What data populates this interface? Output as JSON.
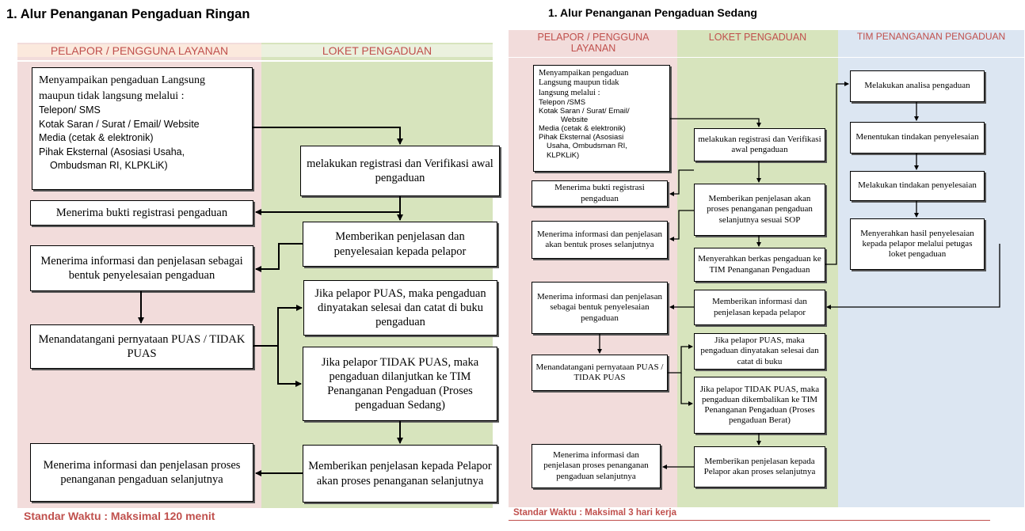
{
  "left": {
    "title": "1.  Alur Penanganan Pengaduan Ringan",
    "lanes": [
      "PELAPOR / PENGGUNA LAYANAN",
      "LOKET PENGADUAN"
    ],
    "boxes": {
      "submit_line1": "Menyampaikan pengaduan Langsung",
      "submit_line2": "maupun tidak langsung melalui :",
      "submit_line3": "Telepon/ SMS",
      "submit_line4": "Kotak Saran / Surat / Email/ Website",
      "submit_line5": "Media (cetak & elektronik)",
      "submit_line6": "Pihak Eksternal (Asosiasi Usaha,",
      "submit_line7": "Ombudsman RI, KLPKLiK)",
      "registration": "melakukan registrasi dan Verifikasi awal pengaduan",
      "receipt": "Menerima bukti registrasi pengaduan",
      "explain": "Memberikan penjelasan dan penyelesaian kepada pelapor",
      "receive_info": "Menerima informasi dan penjelasan sebagai bentuk penyelesaian pengaduan",
      "sign": "Menandatangani pernyataan PUAS / TIDAK PUAS",
      "satisfied": "Jika pelapor PUAS, maka pengaduan dinyatakan selesai dan catat di buku pengaduan",
      "not_satisfied": "Jika pelapor TIDAK PUAS, maka pengaduan dilanjutkan ke TIM Penanganan Pengaduan (Proses pengaduan Sedang)",
      "explain_next": "Memberikan penjelasan kepada Pelapor akan proses penanganan selanjutnya",
      "receive_next": "Menerima informasi dan penjelasan proses penanganan pengaduan selanjutnya"
    },
    "footer": "Standar Waktu : Maksimal 120 menit"
  },
  "right": {
    "title": "1.  Alur Penanganan Pengaduan Sedang",
    "lanes": [
      "PELAPOR / PENGGUNA LAYANAN",
      "LOKET PENGADUAN",
      "TIM PENANGANAN PENGADUAN"
    ],
    "boxes": {
      "submit_line1": "Menyampaikan pengaduan",
      "submit_line2": "Langsung maupun tidak",
      "submit_line3": "langsung melalui :",
      "submit_line4": "Telepon /SMS",
      "submit_line5": "Kotak Saran / Surat/ Email/",
      "submit_line6": "Website",
      "submit_line7": "Media (cetak & elektronik)",
      "submit_line8": "Pihak Eksternal (Asosiasi",
      "submit_line9": "Usaha, Ombudsman RI,",
      "submit_line10": "KLPKLiK)",
      "registration": "melakukan registrasi dan Verifikasi awal pengaduan",
      "receipt": "Menerima bukti registrasi pengaduan",
      "explain_sop": "Memberikan penjelasan akan proses penanganan pengaduan selanjutnya sesuai SOP",
      "receive_info_form": "Menerima informasi dan penjelasan akan bentuk proses selanjutnya",
      "hand_over": "Menyerahkan berkas pengaduan ke TIM Penanganan Pengaduan",
      "analyze": "Melakukan analisa pengaduan",
      "determine": "Menentukan tindakan penyelesaian",
      "act": "Melakukan tindakan penyelesaian",
      "hand_result": "Menyerahkan hasil penyelesaian kepada pelapor melalui petugas loket pengaduan",
      "give_info": "Memberikan informasi dan penjelasan kepada pelapor",
      "receive_info": "Menerima informasi dan penjelasan sebagai bentuk penyelesaian pengaduan",
      "sign": "Menandatangani pernyataan PUAS / TIDAK PUAS",
      "satisfied": "Jika pelapor PUAS, maka pengaduan dinyatakan selesai dan catat di buku",
      "not_satisfied": "Jika pelapor TIDAK PUAS, maka pengaduan dikembalikan ke TIM Penanganan Pengaduan (Proses pengaduan Berat)",
      "explain_next": "Memberikan penjelasan kepada Pelapor akan proses selanjutnya",
      "receive_next": "Menerima informasi dan penjelasan proses penanganan pengaduan selanjutnya"
    },
    "footer": "Standar Waktu : Maksimal 3 hari kerja"
  },
  "colors": {
    "lane_pink": "#f2dcdb",
    "lane_green": "#d7e4bd",
    "lane_blue": "#dce6f2",
    "header_text": "#c0504d",
    "footer_text": "#c0504d"
  }
}
